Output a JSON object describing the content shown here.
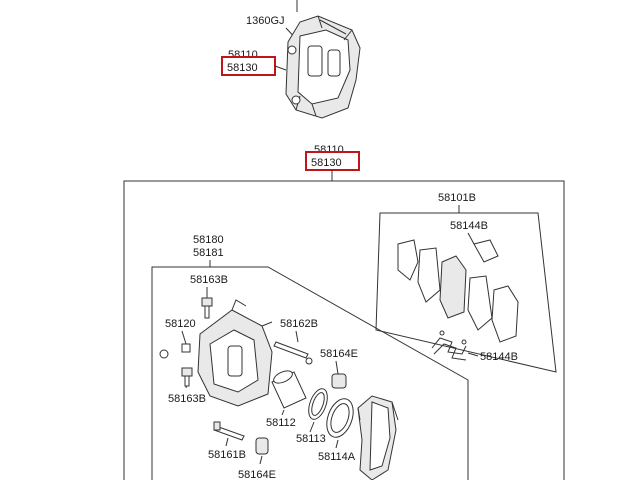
{
  "labels": {
    "top_1360": "1360GJ",
    "top_58110": "58110",
    "top_58130": "58130",
    "mid_58110": "58110",
    "mid_58130": "58130",
    "l_58101B": "58101B",
    "l_58144B_top": "58144B",
    "l_58144B_bot": "58144B",
    "l_58180": "58180",
    "l_58181": "58181",
    "l_58163B_top": "58163B",
    "l_58120": "58120",
    "l_58162B": "58162B",
    "l_58164E_right": "58164E",
    "l_58163B_bot": "58163B",
    "l_58112": "58112",
    "l_58113": "58113",
    "l_58114A": "58114A",
    "l_58161B": "58161B",
    "l_58164E_bot": "58164E"
  },
  "colors": {
    "highlight": "#c0151a",
    "line": "#333333",
    "shade": "#e9e9e9"
  }
}
